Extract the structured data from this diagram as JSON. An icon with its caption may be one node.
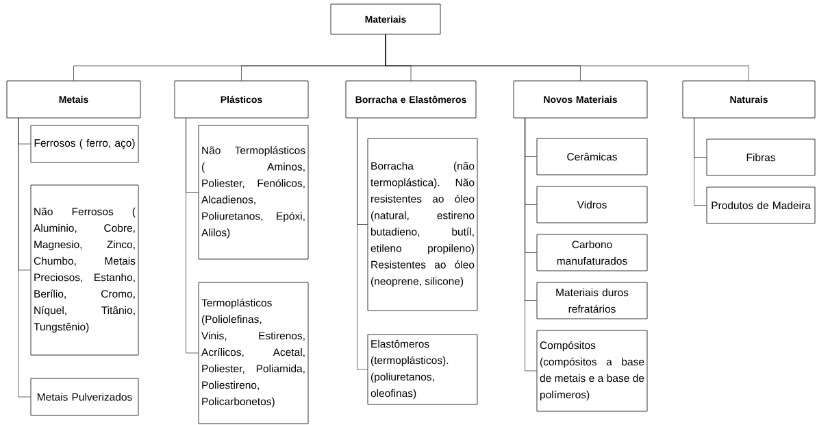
{
  "diagram": {
    "nodes": [
      {
        "text": [
          "Materiais"
        ]
      },
      {
        "text": [
          "Metais"
        ]
      },
      {
        "text": [
          "Plásticos"
        ]
      },
      {
        "text": [
          "Borracha e Elastômeros"
        ]
      },
      {
        "text": [
          "Novos Materiais"
        ]
      },
      {
        "text": [
          "Naturais"
        ]
      },
      {
        "text": [
          "Ferrosos ( ferro, aço)"
        ]
      },
      {
        "text": [
          "Não Ferrosos ( Aluminio, Cobre, Magnesio, Zinco, Chumbo, Metais Preciosos, Estanho, Berílio, Cromo, Níquel, Titânio, Tungstênio)"
        ]
      },
      {
        "text": [
          "Metais Pulverizados"
        ]
      },
      {
        "text": [
          "Não Termoplásticos ( Aminos, Poliester, Fenólicos, Alcadienos, Poliuretanos, Epóxi, Alilos)"
        ]
      },
      {
        "text": [
          "Termoplásticos (Poliolefinas, Vinis, Estirenos, Acrílicos, Acetal, Poliester, Poliamida, Poliestireno, Policarbonetos)"
        ]
      },
      {
        "text": [
          "Borracha (não termoplástica). Não resistentes ao óleo (natural, estireno butadieno, butíl, etileno propileno) Resistentes ao óleo (neoprene, silicone)"
        ]
      },
      {
        "text": [
          "Elastômeros (termoplásticos). (poliuretanos, oleofinas)"
        ]
      },
      {
        "text": [
          "Cerâmicas"
        ]
      },
      {
        "text": [
          "Vidros"
        ]
      },
      {
        "text": [
          "Carbono manufaturados"
        ]
      },
      {
        "text": [
          "Materiais duros refratários"
        ]
      },
      {
        "text": [
          "Compósitos (compósitos a base de metais e a base de polímeros)"
        ]
      },
      {
        "text": [
          "Fibras"
        ]
      },
      {
        "text": [
          "Produtos de Madeira"
        ]
      }
    ],
    "edges": [
      {
        "from": 0,
        "to": 1,
        "arrow": "none"
      },
      {
        "from": 0,
        "to": 2,
        "arrow": "none"
      },
      {
        "from": 0,
        "to": 3,
        "arrow": "none"
      },
      {
        "from": 0,
        "to": 4,
        "arrow": "none"
      },
      {
        "from": 0,
        "to": 5,
        "arrow": "none"
      },
      {
        "from": 1,
        "to": 6,
        "arrow": "none"
      },
      {
        "from": 1,
        "to": 7,
        "arrow": "none"
      },
      {
        "from": 1,
        "to": 8,
        "arrow": "none"
      },
      {
        "from": 2,
        "to": 9,
        "arrow": "none"
      },
      {
        "from": 2,
        "to": 10,
        "arrow": "none"
      },
      {
        "from": 3,
        "to": 11,
        "arrow": "none"
      },
      {
        "from": 3,
        "to": 12,
        "arrow": "none"
      },
      {
        "from": 4,
        "to": 13,
        "arrow": "none"
      },
      {
        "from": 4,
        "to": 14,
        "arrow": "none"
      },
      {
        "from": 4,
        "to": 15,
        "arrow": "none"
      },
      {
        "from": 4,
        "to": 16,
        "arrow": "none"
      },
      {
        "from": 4,
        "to": 17,
        "arrow": "none"
      },
      {
        "from": 5,
        "to": 18,
        "arrow": "none"
      },
      {
        "from": 5,
        "to": 19,
        "arrow": "none"
      }
    ]
  }
}
